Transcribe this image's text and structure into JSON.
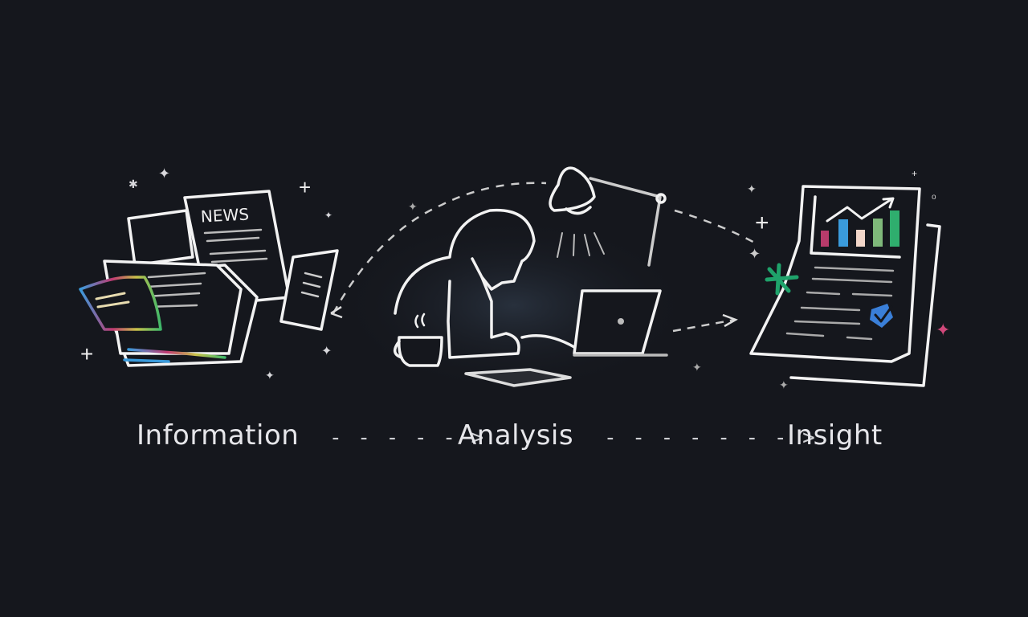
{
  "stages": [
    {
      "label": "Information",
      "icon": "newspaper-stack-icon"
    },
    {
      "label": "Analysis",
      "icon": "person-at-laptop-icon"
    },
    {
      "label": "Insight",
      "icon": "report-chart-icon"
    }
  ],
  "flow_arrows": [
    "- - - - - >",
    "- - - - - - - >"
  ],
  "newspaper_heading": "NEWS",
  "colors": {
    "background": "#15171d",
    "line": "#f2f2f2",
    "bar_pink": "#b83b6b",
    "bar_blue": "#3a9bdc",
    "bar_peach": "#f2d6c9",
    "bar_lightgreen": "#7fb87a",
    "bar_green": "#2fae6e",
    "accent_green": "#1fa36b",
    "accent_pink": "#d0487a"
  }
}
